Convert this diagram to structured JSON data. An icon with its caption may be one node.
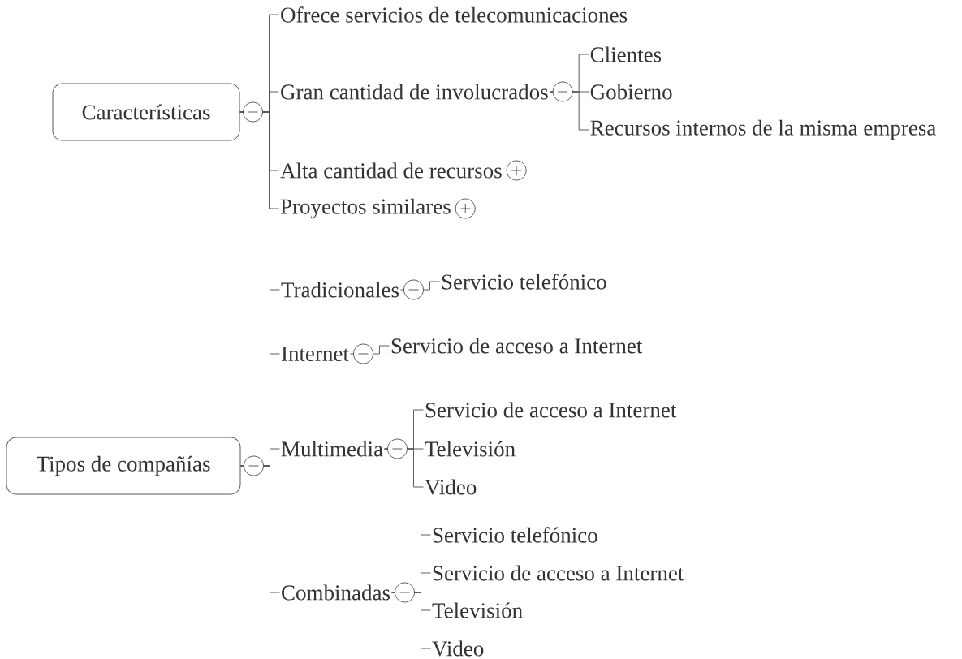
{
  "diagram": {
    "nodes": [
      {
        "text": [
          "Características"
        ]
      },
      {
        "text": [
          "Ofrece servicios de telecomunicaciones"
        ]
      },
      {
        "text": [
          "Gran cantidad de involucrados"
        ]
      },
      {
        "text": [
          "Clientes"
        ]
      },
      {
        "text": [
          "Gobierno"
        ]
      },
      {
        "text": [
          "Recursos internos de la misma empresa"
        ]
      },
      {
        "text": [
          "Alta cantidad de recursos"
        ]
      },
      {
        "text": [
          "Proyectos similares"
        ]
      },
      {
        "text": [
          "Tipos de compañías"
        ]
      },
      {
        "text": [
          "Tradicionales"
        ]
      },
      {
        "text": [
          "Servicio telefónico"
        ]
      },
      {
        "text": [
          "Internet"
        ]
      },
      {
        "text": [
          "Servicio de acceso a Internet"
        ]
      },
      {
        "text": [
          "Multimedia"
        ]
      },
      {
        "text": [
          "Servicio de acceso a Internet"
        ]
      },
      {
        "text": [
          "Televisión"
        ]
      },
      {
        "text": [
          "Video"
        ]
      },
      {
        "text": [
          "Combinadas"
        ]
      },
      {
        "text": [
          "Servicio telefónico"
        ]
      },
      {
        "text": [
          "Servicio de acceso a Internet"
        ]
      },
      {
        "text": [
          "Televisión"
        ]
      },
      {
        "text": [
          "Video"
        ]
      }
    ],
    "edges": [
      {
        "from": 0,
        "to": 1,
        "arrow": "none"
      },
      {
        "from": 0,
        "to": 2,
        "arrow": "none"
      },
      {
        "from": 2,
        "to": 3,
        "arrow": "none"
      },
      {
        "from": 2,
        "to": 4,
        "arrow": "none"
      },
      {
        "from": 2,
        "to": 5,
        "arrow": "none"
      },
      {
        "from": 0,
        "to": 6,
        "arrow": "none"
      },
      {
        "from": 0,
        "to": 7,
        "arrow": "none"
      },
      {
        "from": 8,
        "to": 9,
        "arrow": "none"
      },
      {
        "from": 9,
        "to": 10,
        "arrow": "none"
      },
      {
        "from": 8,
        "to": 11,
        "arrow": "none"
      },
      {
        "from": 11,
        "to": 12,
        "arrow": "none"
      },
      {
        "from": 8,
        "to": 13,
        "arrow": "none"
      },
      {
        "from": 13,
        "to": 14,
        "arrow": "none"
      },
      {
        "from": 13,
        "to": 15,
        "arrow": "none"
      },
      {
        "from": 13,
        "to": 16,
        "arrow": "none"
      },
      {
        "from": 8,
        "to": 17,
        "arrow": "none"
      },
      {
        "from": 17,
        "to": 18,
        "arrow": "none"
      },
      {
        "from": 17,
        "to": 19,
        "arrow": "none"
      },
      {
        "from": 17,
        "to": 20,
        "arrow": "none"
      },
      {
        "from": 17,
        "to": 21,
        "arrow": "none"
      }
    ]
  }
}
